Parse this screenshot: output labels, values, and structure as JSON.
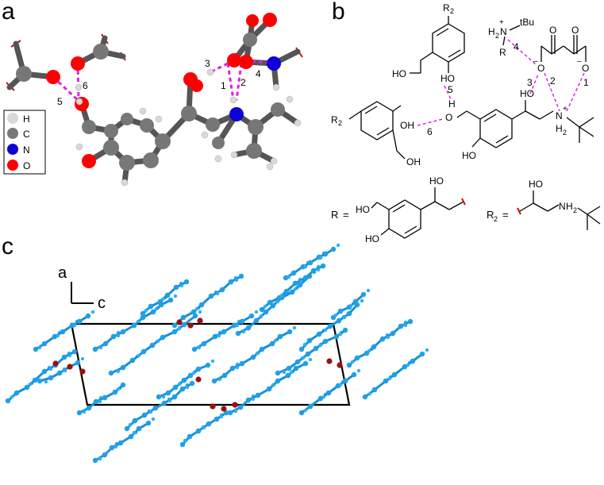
{
  "panels": {
    "a": {
      "label": "a",
      "legend": [
        {
          "symbol": "H",
          "color": "#d9d9d9"
        },
        {
          "symbol": "C",
          "color": "#777777"
        },
        {
          "symbol": "N",
          "color": "#0d00d8"
        },
        {
          "symbol": "O",
          "color": "#ff0000"
        }
      ],
      "hbond_numbers": [
        "1",
        "2",
        "3",
        "4",
        "5",
        "6"
      ]
    },
    "b": {
      "label": "b",
      "labels": {
        "r2_top": "R",
        "r2_sub": "2",
        "nh2_top": "H",
        "nh2_sub": "2",
        "tbu": "tBu",
        "r": "R",
        "ho_ring": "HO",
        "oh_ring": "OH",
        "h": "H",
        "o": "O",
        "ho_bot": "HO",
        "oh_left": "OH",
        "oh_left2": "OH",
        "ho_chain": "HO",
        "r2_left": "R",
        "o_minus_a": "O",
        "o_minus_b": "O",
        "o1": "O",
        "o2": "O",
        "nh2_chain": "H",
        "n_chain": "N",
        "n_top": "N",
        "plus": "+",
        "minus": "–"
      },
      "hbond_numbers": [
        "1",
        "2",
        "3",
        "4",
        "5",
        "6"
      ],
      "def_r": {
        "lhs": "R",
        "eq": "=",
        "ho": "HO",
        "ho2": "HO",
        "oh_chain": "HO"
      },
      "def_r2": {
        "lhs": "R",
        "sub": "2",
        "eq": "=",
        "ho": "HO",
        "nh": "N",
        "h": "H",
        "hsub": "2"
      }
    },
    "c": {
      "label": "c",
      "axis_a": "a",
      "axis_c": "c"
    }
  }
}
